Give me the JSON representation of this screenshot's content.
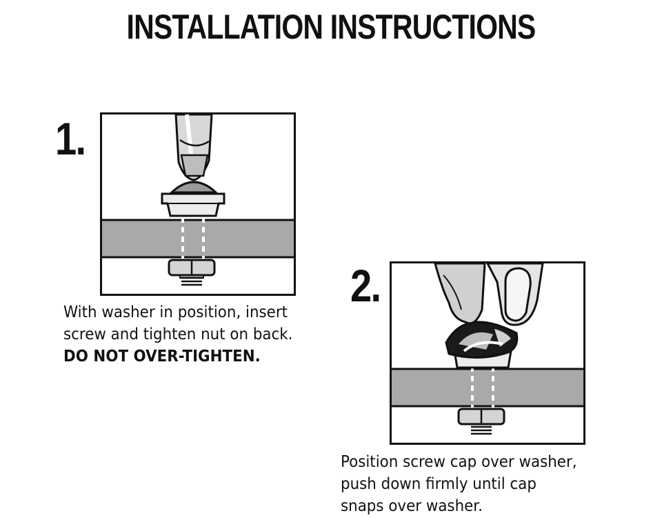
{
  "title": "INSTALLATION INSTRUCTIONS",
  "steps": [
    {
      "number": "1.",
      "lines": [
        "With washer in position, insert",
        "screw and tighten nut on back."
      ],
      "warning": "DO NOT OVER-TIGHTEN."
    },
    {
      "number": "2.",
      "lines": [
        "Position screw cap over washer,",
        "push down firmly until cap",
        "snaps over washer."
      ]
    }
  ],
  "colors": {
    "ink": "#111111",
    "panel_band": "#a9a9a9",
    "metal": "#cfcfcf",
    "background": "#ffffff"
  },
  "icons": [
    "screwdriver-icon",
    "washer-icon",
    "nut-icon",
    "fingers-icon",
    "screw-cap-icon"
  ]
}
